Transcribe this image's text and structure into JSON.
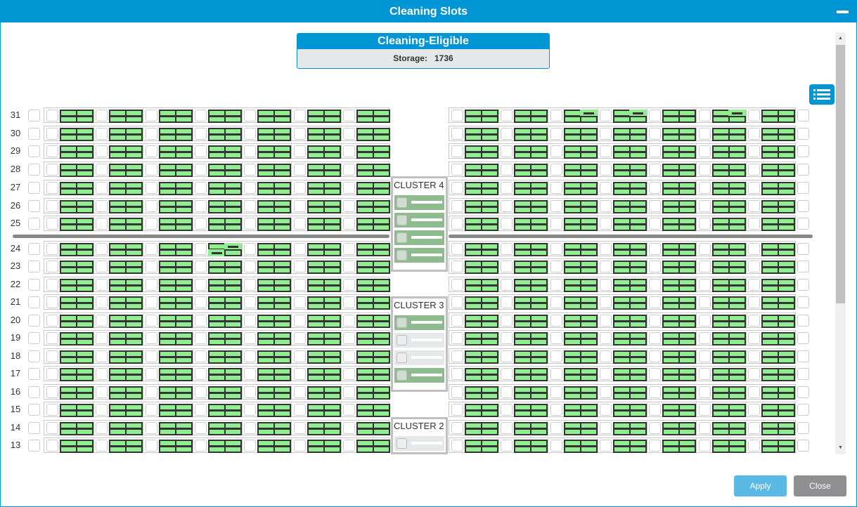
{
  "dialog": {
    "title": "Cleaning Slots",
    "minimize_icon": "minimize-icon"
  },
  "summary": {
    "title": "Cleaning-Eligible",
    "storage_label": "Storage:",
    "storage_value": "1736"
  },
  "rows": [
    "31",
    "30",
    "29",
    "28",
    "27",
    "26",
    "25",
    "24",
    "23",
    "22",
    "21",
    "20",
    "19",
    "18",
    "17",
    "16",
    "15",
    "14",
    "13"
  ],
  "modules_per_side": 7,
  "empty_cells": [
    {
      "row": "31",
      "side": "right",
      "module": 3,
      "cells": [
        2
      ]
    },
    {
      "row": "31",
      "side": "right",
      "module": 4,
      "cells": [
        2
      ]
    },
    {
      "row": "31",
      "side": "right",
      "module": 6,
      "cells": [
        2
      ]
    },
    {
      "row": "24",
      "side": "left",
      "module": 4,
      "cells": [
        2,
        3
      ]
    }
  ],
  "clusters": [
    {
      "label": "CLUSTER 4",
      "slots": [
        "active",
        "active",
        "active",
        "active"
      ]
    },
    {
      "label": "CLUSTER 3",
      "slots": [
        "active",
        "inactive",
        "inactive",
        "active"
      ]
    },
    {
      "label": "CLUSTER 2",
      "slots": [
        "inactive"
      ]
    }
  ],
  "colors": {
    "accent": "#0096d6",
    "slot_green": "#90ee90",
    "cluster_active": "#8fbc8f",
    "cluster_inactive": "#e6e7e8"
  },
  "footer": {
    "apply": "Apply",
    "close": "Close"
  }
}
